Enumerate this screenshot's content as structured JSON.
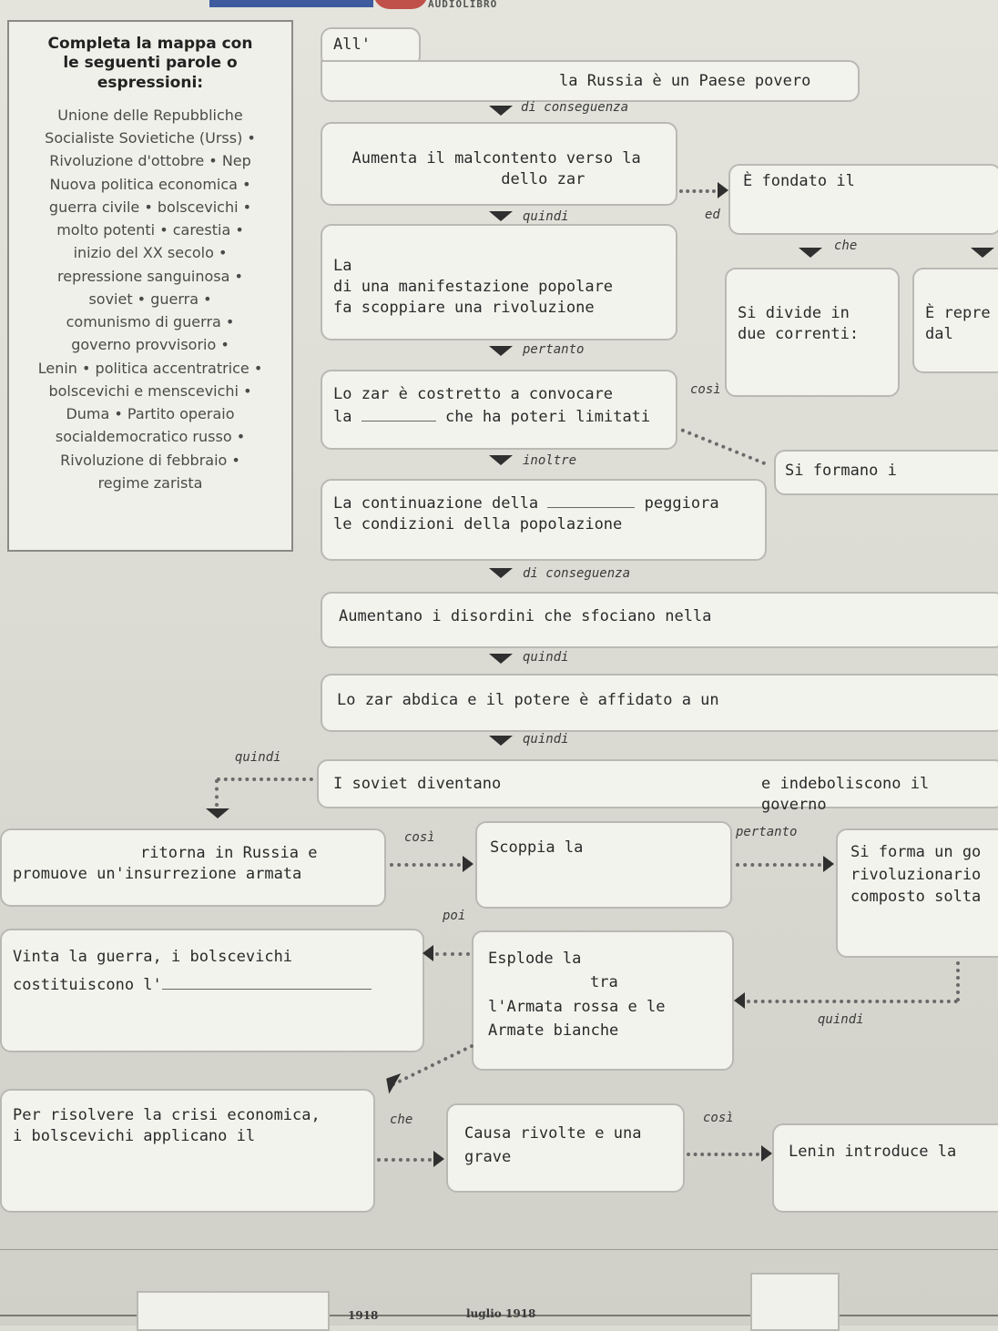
{
  "header": {
    "top_label": "AUDIOLIBRO"
  },
  "word_box": {
    "title": "Completa la mappa con\nle seguenti parole o\nespressioni:",
    "words": "Unione delle Repubbliche\nSocialiste Sovietiche (Urss) •\nRivoluzione d'ottobre • Nep\nNuova politica economica •\nguerra civile • bolscevichi •\nmolto potenti • carestia •\ninizio del XX secolo •\nrepressione sanguinosa •\nsoviet • guerra •\ncomunismo di guerra •\ngoverno provvisorio •\nLenin • politica accentratrice •\nbolscevichi e menscevichi •\nDuma • Partito operaio\nsocialdemocratico russo •\nRivoluzione di febbraio •\nregime zarista"
  },
  "boxes": {
    "b_all": "All'",
    "b_russia": "la Russia è un Paese povero",
    "b_malcontento": "Aumenta il malcontento verso la\n                  dello zar",
    "b_fondato": "È fondato il",
    "b_manifestazione": "La\ndi una manifestazione popolare\nfa scoppiare una rivoluzione",
    "b_divide": "Si divide in\ndue correnti:",
    "b_repre": "È repre\ndal",
    "b_zar_duma_1": "Lo zar è costretto a convocare",
    "b_zar_duma_2a": "la",
    "b_zar_duma_2b": "che ha poteri limitati",
    "b_formano": "Si formano i",
    "b_continuazione_1": "La continuazione della",
    "b_continuazione_1b": "peggiora",
    "b_continuazione_2": "le condizioni della popolazione",
    "b_disordini": "Aumentano i disordini che sfociano nella",
    "b_abdica": "Lo zar abdica e il potere è affidato a un",
    "b_soviet_1": "I soviet diventano",
    "b_soviet_2": "e indeboliscono il governo",
    "b_ritorna_1": "ritorna in Russia e",
    "b_ritorna_2": "promuove un'insurrezione armata",
    "b_scoppia": "Scoppia la",
    "b_governo_1": "Si forma un go",
    "b_governo_2": "rivoluzionario",
    "b_governo_3": "composto solta",
    "b_vinta_1": "Vinta la guerra, i bolscevichi",
    "b_vinta_2": "costituiscono l'",
    "b_esplode_1": "Esplode la",
    "b_esplode_2": "tra",
    "b_esplode_3": "l'Armata rossa e le",
    "b_esplode_4": "Armate bianche",
    "b_crisi_1": "Per risolvere la crisi economica,",
    "b_crisi_2": "i bolscevichi applicano il",
    "b_rivolte_1": "Causa rivolte e una",
    "b_rivolte_2": "grave",
    "b_lenin": "Lenin introduce la"
  },
  "connectors": {
    "c1": "di conseguenza",
    "c2": "quindi",
    "c3": "ed",
    "c4": "che",
    "c5": "pertanto",
    "c6": "così",
    "c7": "inoltre",
    "c8": "di conseguenza",
    "c9": "quindi",
    "c10": "quindi",
    "c11": "quindi",
    "c12": "così",
    "c13": "pertanto",
    "c14": "poi",
    "c15": "quindi",
    "c16": "che",
    "c17": "così"
  },
  "footer": {
    "year_1": "1918",
    "year_2": "luglio 1918"
  }
}
